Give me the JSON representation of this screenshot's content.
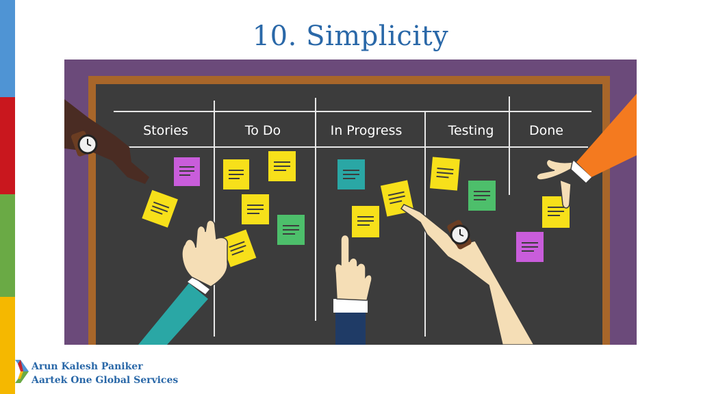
{
  "slide": {
    "title": "10. Simplicity"
  },
  "board": {
    "columns": [
      {
        "label": "Stories"
      },
      {
        "label": "To Do"
      },
      {
        "label": "In Progress"
      },
      {
        "label": "Testing"
      },
      {
        "label": "Done"
      }
    ]
  },
  "footer": {
    "name": "Arun Kalesh Paniker",
    "company": "Aartek One Global Services"
  },
  "colors": {
    "title": "#2a68a8",
    "stripes": [
      "#4f94d4",
      "#c9171e",
      "#6aaa45",
      "#f5b800"
    ],
    "board_frame": "#6b4a7a",
    "board_wood": "#a8662a",
    "board_surface": "#3c3c3c",
    "note_yellow": "#f7e01a",
    "note_purple": "#c95ddb",
    "note_teal": "#2aa7a5",
    "note_green": "#4dbf6b"
  }
}
